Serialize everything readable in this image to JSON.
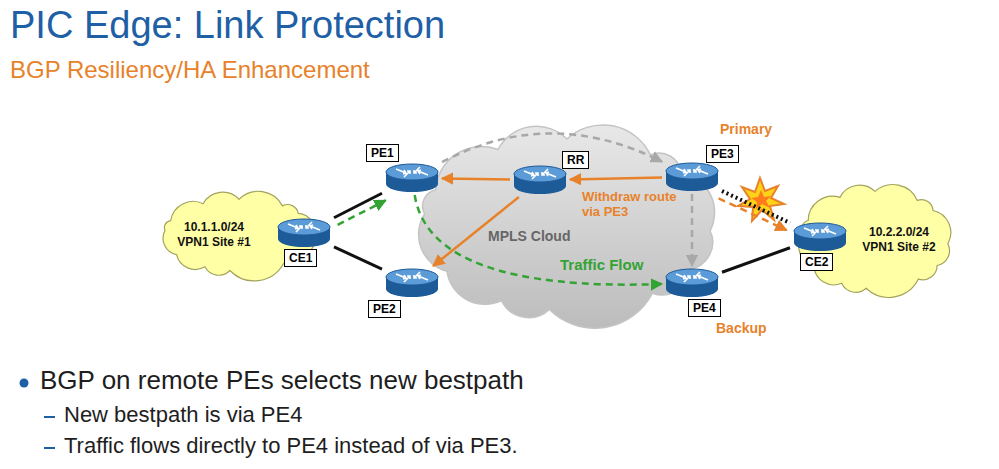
{
  "diagram": {
    "title": "PIC Edge: Link Protection",
    "nodes": [
      {
        "text": [
          "10.1.1.0/24",
          "VPN1 Site #1"
        ]
      },
      {
        "text": [
          "CE1"
        ]
      },
      {
        "text": [
          "PE1"
        ]
      },
      {
        "text": [
          "PE2"
        ]
      },
      {
        "text": [
          "MPLS Cloud"
        ]
      },
      {
        "text": [
          "RR"
        ],
        "in": 4
      },
      {
        "text": [
          "PE3"
        ]
      },
      {
        "text": [
          "PE4"
        ]
      },
      {
        "text": [
          "CE2"
        ]
      },
      {
        "text": [
          "10.2.2.0/24",
          "VPN1 Site #2"
        ]
      }
    ],
    "edges": [
      {
        "from": 1,
        "to": 2,
        "arrow": "none"
      },
      {
        "from": 1,
        "to": 3,
        "arrow": "none"
      },
      {
        "from": 6,
        "to": 8,
        "arrow": "none"
      },
      {
        "from": 7,
        "to": 8,
        "arrow": "none"
      },
      {
        "from": 1,
        "to": 2,
        "arrow": "to"
      },
      {
        "from": 2,
        "to": 7,
        "arrow": "to",
        "label": "Traffic Flow"
      },
      {
        "from": 2,
        "to": 6,
        "arrow": "to"
      },
      {
        "from": 6,
        "to": 7,
        "arrow": "to"
      },
      {
        "from": 6,
        "to": 5,
        "arrow": "to",
        "label": "Withdraw route via PE3"
      },
      {
        "from": 5,
        "to": 2,
        "arrow": "to"
      },
      {
        "from": 5,
        "to": 3,
        "arrow": "to"
      },
      {
        "from": 6,
        "to": 8,
        "arrow": "to"
      }
    ],
    "labels": [
      "BGP Resiliency/HA Enhancement",
      "Primary",
      "Backup",
      "BGP on remote PEs selects new bestpath",
      "New bestpath is via PE4",
      "Traffic flows directly to PE4 instead of via PE3."
    ]
  }
}
